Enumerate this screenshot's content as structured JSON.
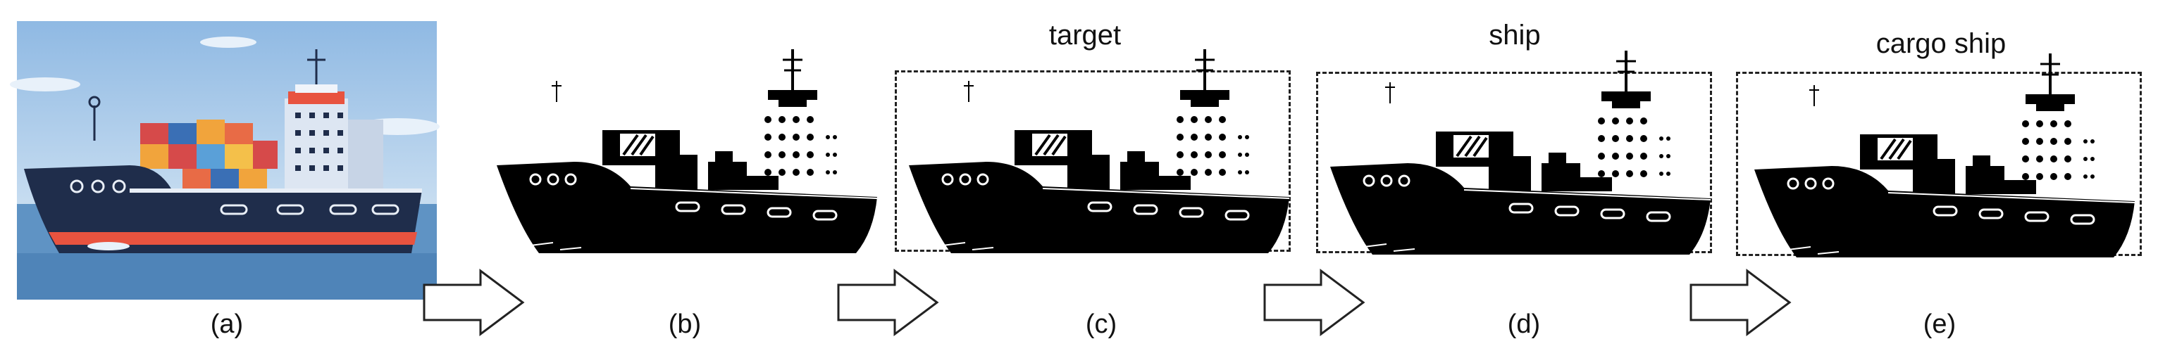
{
  "panels": [
    {
      "id": "a",
      "caption": "(a)",
      "kind": "color-photo"
    },
    {
      "id": "b",
      "caption": "(b)",
      "kind": "silhouette"
    },
    {
      "id": "c",
      "caption": "(c)",
      "kind": "silhouette-boxed",
      "box_label": "target"
    },
    {
      "id": "d",
      "caption": "(d)",
      "kind": "silhouette-boxed",
      "box_label": "ship"
    },
    {
      "id": "e",
      "caption": "(e)",
      "kind": "silhouette-boxed",
      "box_label": "cargo ship"
    }
  ],
  "arrows": 4,
  "colors": {
    "sky": "#a9cbea",
    "sea": "#5f93c4",
    "hull": "#1f2d4b",
    "stripe": "#e8533f",
    "silhouette": "#000000",
    "box": "#222222"
  }
}
